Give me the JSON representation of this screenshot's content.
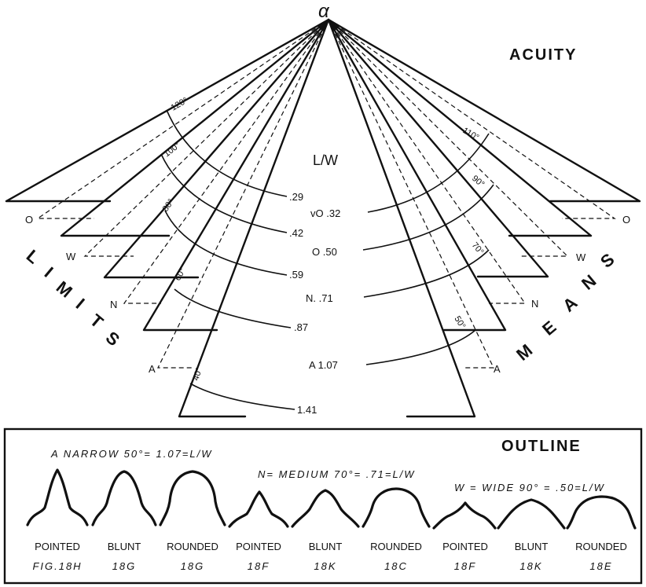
{
  "diagram": {
    "alpha": "α",
    "acuity_title": "ACUITY",
    "lw": "L/W",
    "ratios": {
      "r29": ".29",
      "r32": "vO .32",
      "r42": ".42",
      "r50": "O .50",
      "r59": ".59",
      "r71": "N. .71",
      "r87": ".87",
      "r107": "A 1.07",
      "r141": "1.41"
    },
    "angles_left": [
      "120°",
      "100°",
      "80°",
      "60°",
      "40°"
    ],
    "angles_right": [
      "110°",
      "90°",
      "70°",
      "50°"
    ],
    "markers_left": [
      "O",
      "W",
      "N",
      "A"
    ],
    "markers_right": [
      "O",
      "W",
      "N",
      "A"
    ],
    "limits_letters": [
      "L",
      "I",
      "M",
      "I",
      "T",
      "S"
    ],
    "means_letters": [
      "M",
      "E",
      "A",
      "N",
      "S"
    ]
  },
  "outline": {
    "title": "OUTLINE",
    "legend_a": "A NARROW 50°= 1.07=L/W",
    "legend_n": "N= MEDIUM 70°= .71=L/W",
    "legend_w": "W = WIDE 90° = .50=L/W",
    "items": [
      {
        "label": "POINTED",
        "fig": "FIG.18H"
      },
      {
        "label": "BLUNT",
        "fig": "18G"
      },
      {
        "label": "ROUNDED",
        "fig": "18G"
      },
      {
        "label": "POINTED",
        "fig": "18F"
      },
      {
        "label": "BLUNT",
        "fig": "18K"
      },
      {
        "label": "ROUNDED",
        "fig": "18C"
      },
      {
        "label": "POINTED",
        "fig": "18F"
      },
      {
        "label": "BLUNT",
        "fig": "18K"
      },
      {
        "label": "ROUNDED",
        "fig": "18E"
      }
    ]
  }
}
